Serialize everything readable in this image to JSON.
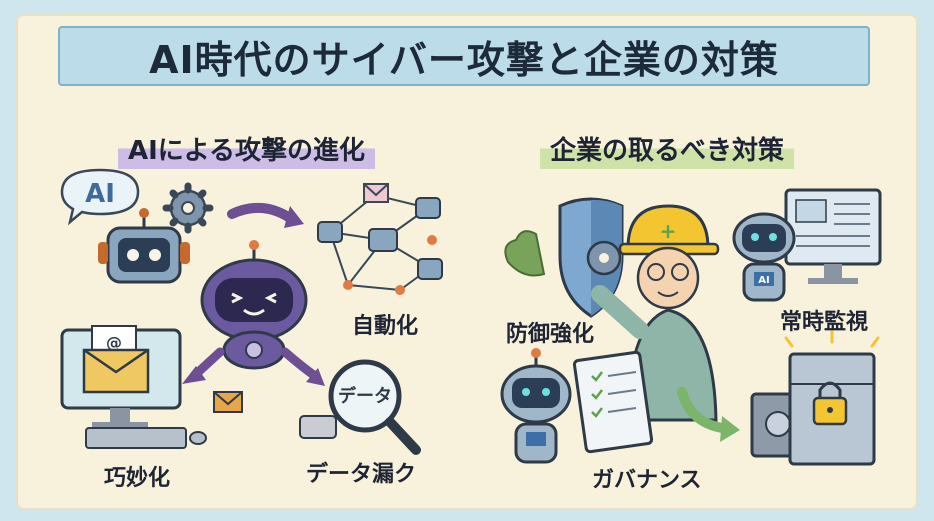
{
  "title": "AI時代のサイバー攻撃と企業の対策",
  "left_section": {
    "heading": "AIによる攻撃の進化",
    "bubble_text": "AI",
    "labels": {
      "automation": "自動化",
      "sophistication": "巧妙化",
      "data_leak": "データ漏ク"
    },
    "magnifier_text": "データ",
    "email_symbol": "@"
  },
  "right_section": {
    "heading": "企業の取るべき対策",
    "labels": {
      "defense": "防御強化",
      "monitoring": "常時監視",
      "governance": "ガバナンス"
    },
    "robot_badge": "AI"
  },
  "colors": {
    "background": "#cfe6ef",
    "paper": "#f8f2dd",
    "title_band": "#bcdce9",
    "left_highlight": "#cdbce6",
    "right_highlight": "#cfe3a8",
    "robot_purple": "#5d4b8c",
    "robot_blue": "#7f9fb8",
    "shield": "#6d9dc7",
    "arrow_purple": "#6e4f93",
    "arrow_green": "#7bb46a",
    "helmet": "#f3c531"
  }
}
